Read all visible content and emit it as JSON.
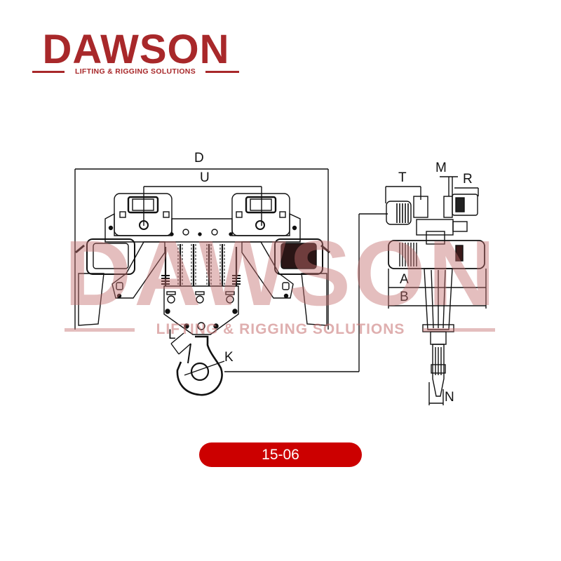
{
  "brand": {
    "name": "DAWSON",
    "tagline": "LIFTING & RIGGING SOLUTIONS",
    "color": "#a8282a"
  },
  "watermark": {
    "name": "DAWSON",
    "tagline": "LIFTING & RIGGING SOLUTIONS",
    "color": "#c46e6e"
  },
  "drawing": {
    "front_view": {
      "dimension_labels": {
        "overall_width": "D",
        "trolley_span": "U",
        "hook_opening": "L",
        "hook_throat": "K"
      }
    },
    "side_view": {
      "dimension_labels": {
        "motor_length": "T",
        "gap": "M",
        "gearbox_length": "R",
        "body_a": "A",
        "body_b": "B",
        "hook_width": "N"
      }
    }
  },
  "model": {
    "code": "15-06",
    "badge_color": "#cc0000"
  }
}
